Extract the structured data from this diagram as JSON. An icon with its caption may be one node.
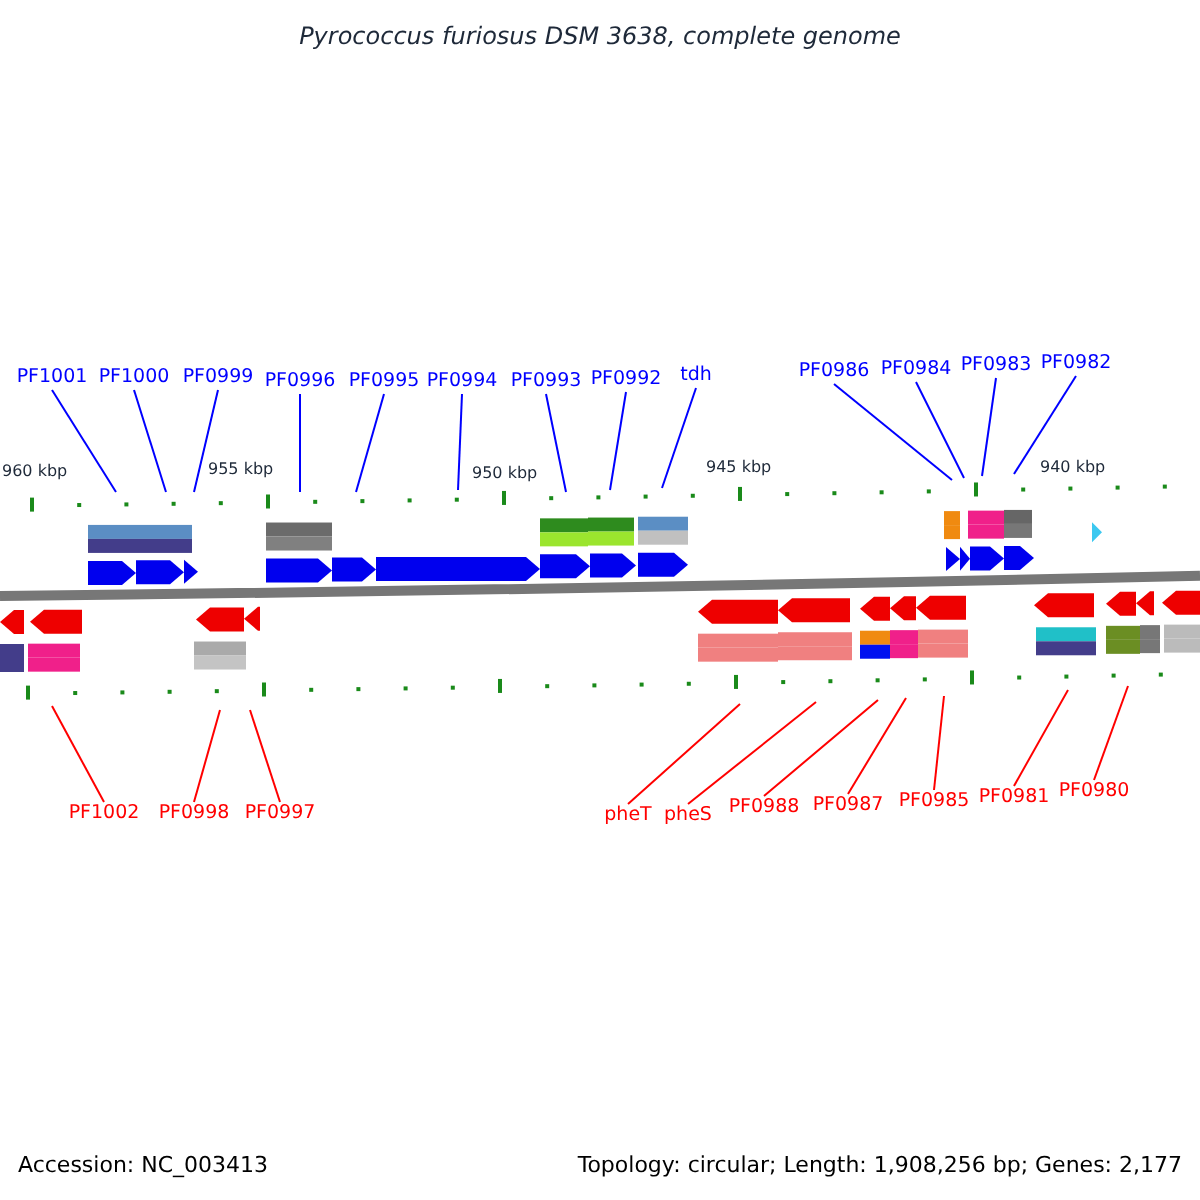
{
  "diagram": {
    "title": "Pyrococcus furiosus DSM 3638, complete genome",
    "nodes": [
      {
        "text": [
          "PF1001"
        ]
      },
      {
        "text": [
          "PF1000"
        ]
      },
      {
        "text": [
          "PF0999"
        ]
      },
      {
        "text": [
          "PF0996"
        ]
      },
      {
        "text": [
          "PF0995"
        ]
      },
      {
        "text": [
          "PF0994"
        ]
      },
      {
        "text": [
          "PF0993"
        ]
      },
      {
        "text": [
          "PF0992"
        ]
      },
      {
        "text": [
          "tdh"
        ]
      },
      {
        "text": [
          "PF0986"
        ]
      },
      {
        "text": [
          "PF0984"
        ]
      },
      {
        "text": [
          "PF0983"
        ]
      },
      {
        "text": [
          "PF0982"
        ]
      },
      {
        "text": [
          "PF1002"
        ]
      },
      {
        "text": [
          "PF0998"
        ]
      },
      {
        "text": [
          "PF0997"
        ]
      },
      {
        "text": [
          "pheT"
        ]
      },
      {
        "text": [
          "pheS"
        ]
      },
      {
        "text": [
          "PF0988"
        ]
      },
      {
        "text": [
          "PF0987"
        ]
      },
      {
        "text": [
          "PF0985"
        ]
      },
      {
        "text": [
          "PF0981"
        ]
      },
      {
        "text": [
          "PF0980"
        ]
      }
    ],
    "edges": [
      {
        "from": 0,
        "to": null,
        "arrow": "none",
        "color": "#0000ff"
      },
      {
        "from": 1,
        "to": null,
        "arrow": "none",
        "color": "#0000ff"
      },
      {
        "from": 2,
        "to": null,
        "arrow": "none",
        "color": "#0000ff"
      },
      {
        "from": 3,
        "to": null,
        "arrow": "none",
        "color": "#0000ff"
      },
      {
        "from": 4,
        "to": null,
        "arrow": "none",
        "color": "#0000ff"
      },
      {
        "from": 5,
        "to": null,
        "arrow": "none",
        "color": "#0000ff"
      },
      {
        "from": 6,
        "to": null,
        "arrow": "none",
        "color": "#0000ff"
      },
      {
        "from": 7,
        "to": null,
        "arrow": "none",
        "color": "#0000ff"
      },
      {
        "from": 8,
        "to": null,
        "arrow": "none",
        "color": "#0000ff"
      },
      {
        "from": 9,
        "to": null,
        "arrow": "none",
        "color": "#0000ff"
      },
      {
        "from": 10,
        "to": null,
        "arrow": "none",
        "color": "#0000ff"
      },
      {
        "from": 11,
        "to": null,
        "arrow": "none",
        "color": "#0000ff"
      },
      {
        "from": 12,
        "to": null,
        "arrow": "none",
        "color": "#0000ff"
      },
      {
        "from": 13,
        "to": null,
        "arrow": "none",
        "color": "#ff0000"
      },
      {
        "from": 14,
        "to": null,
        "arrow": "none",
        "color": "#ff0000"
      },
      {
        "from": 15,
        "to": null,
        "arrow": "none",
        "color": "#ff0000"
      },
      {
        "from": 16,
        "to": null,
        "arrow": "none",
        "color": "#ff0000"
      },
      {
        "from": 17,
        "to": null,
        "arrow": "none",
        "color": "#ff0000"
      },
      {
        "from": 18,
        "to": null,
        "arrow": "none",
        "color": "#ff0000"
      },
      {
        "from": 19,
        "to": null,
        "arrow": "none",
        "color": "#ff0000"
      },
      {
        "from": 20,
        "to": null,
        "arrow": "none",
        "color": "#ff0000"
      },
      {
        "from": 21,
        "to": null,
        "arrow": "none",
        "color": "#ff0000"
      },
      {
        "from": 22,
        "to": null,
        "arrow": "none",
        "color": "#ff0000"
      }
    ],
    "labels": [
      "960 kbp",
      "955 kbp",
      "950 kbp",
      "945 kbp",
      "940 kbp",
      "Accession: NC_003413",
      "Topology: circular; Length: 1,908,256 bp; Genes: 2,177"
    ]
  }
}
